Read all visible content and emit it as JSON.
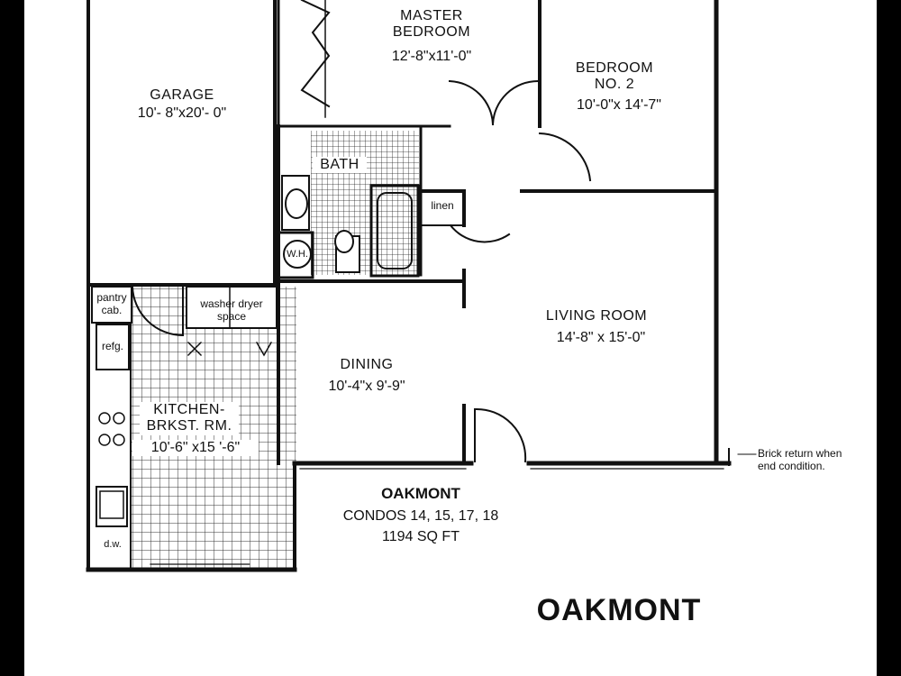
{
  "plan": {
    "rooms": {
      "master": {
        "name": "MASTER\nBEDROOM",
        "dims": "12'-8\"x11'-0\""
      },
      "bedroom2": {
        "name": "BEDROOM\nNO. 2",
        "dims": "10'-0\"x 14'-7\""
      },
      "garage": {
        "name": "GARAGE",
        "dims": "10'- 8\"x20'- 0\""
      },
      "bath": {
        "name": "BATH"
      },
      "linen": {
        "name": "linen"
      },
      "water_heater": {
        "name": "W.H."
      },
      "living": {
        "name": "LIVING ROOM",
        "dims": "14'-8\" x 15'-0\""
      },
      "dining": {
        "name": "DINING",
        "dims": "10'-4\"x 9'-9\""
      },
      "kitchen": {
        "name": "KITCHEN-\nBRKST. RM.",
        "dims": "10'-6\" x15 '-6\""
      }
    },
    "fixtures": {
      "pantry": "pantry\ncab.",
      "washer_dryer": "washer dryer\nspace",
      "refrigerator": "refg.",
      "dishwasher": "d.w."
    },
    "note": "Brick return when\nend condition.",
    "caption": {
      "name": "OAKMONT",
      "condos": "CONDOS 14, 15, 17, 18",
      "area": "1194 SQ FT"
    },
    "title": "OAKMONT"
  }
}
